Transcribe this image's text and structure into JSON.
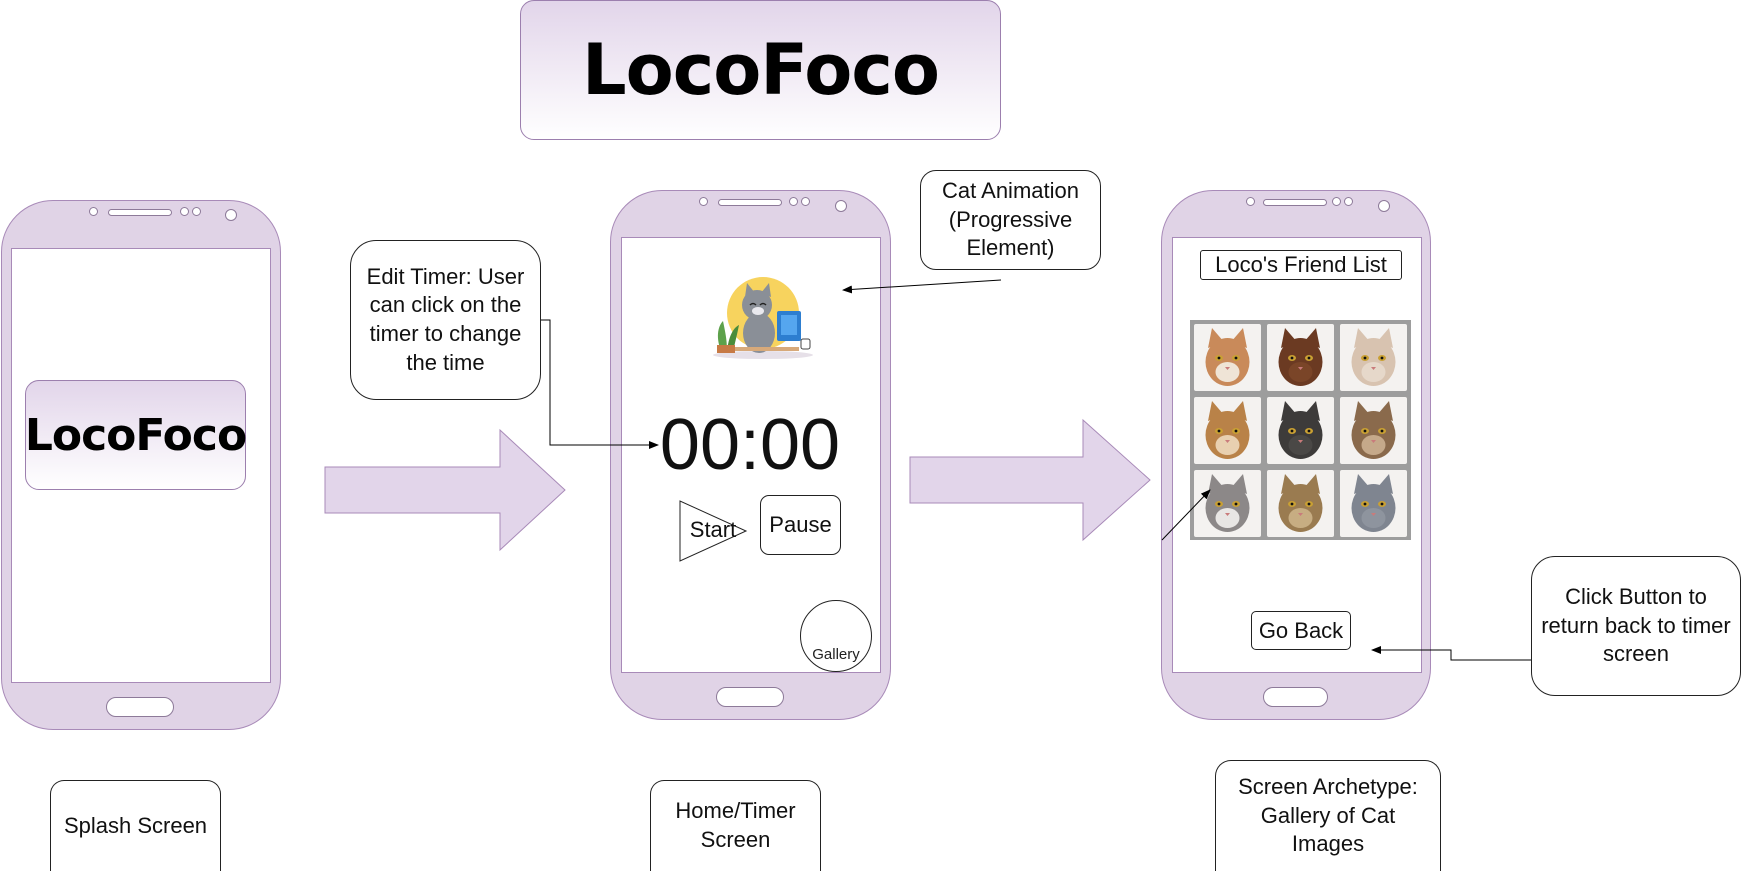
{
  "banner": {
    "title": "LocoFoco"
  },
  "screens": {
    "splash": {
      "logo_text": "LocoFoco",
      "caption": "Splash Screen"
    },
    "timer": {
      "time": "00:00",
      "start_label": "Start",
      "pause_label": "Pause",
      "gallery_label": "Gallery",
      "caption": "Home/Timer Screen"
    },
    "gallery": {
      "heading": "Loco's Friend List",
      "back_label": "Go Back",
      "caption": "Screen Archetype: Gallery of Cat Images",
      "cats": [
        {
          "name": "cat-photo-1",
          "fur": "#c98a5a",
          "face": "#efe4d6"
        },
        {
          "name": "cat-photo-2",
          "fur": "#6b3a22",
          "face": "#7a4528"
        },
        {
          "name": "cat-photo-3",
          "fur": "#d8c3b0",
          "face": "#e6d8ca"
        },
        {
          "name": "cat-photo-4",
          "fur": "#b98248",
          "face": "#e8d0b0"
        },
        {
          "name": "cat-photo-5",
          "fur": "#3d3b3a",
          "face": "#4a4846"
        },
        {
          "name": "cat-photo-6",
          "fur": "#8a6a4c",
          "face": "#c5a98a"
        },
        {
          "name": "cat-photo-7",
          "fur": "#8c8888",
          "face": "#e8e6e4"
        },
        {
          "name": "cat-photo-8",
          "fur": "#9a7b50",
          "face": "#c7ad82"
        },
        {
          "name": "cat-photo-9",
          "fur": "#7f8590",
          "face": "#8e949e"
        }
      ]
    }
  },
  "notes": {
    "edit_timer": "Edit Timer: User can click on the timer to change the time",
    "cat_animation": "Cat Animation (Progressive Element)",
    "click_button": "Click Button to return back to timer screen"
  },
  "colors": {
    "phone_body": "#e0d3e6",
    "phone_outline": "#a88ab8",
    "arrow_fill": "#e2d5ea",
    "illustration_sun": "#f7d35e"
  }
}
